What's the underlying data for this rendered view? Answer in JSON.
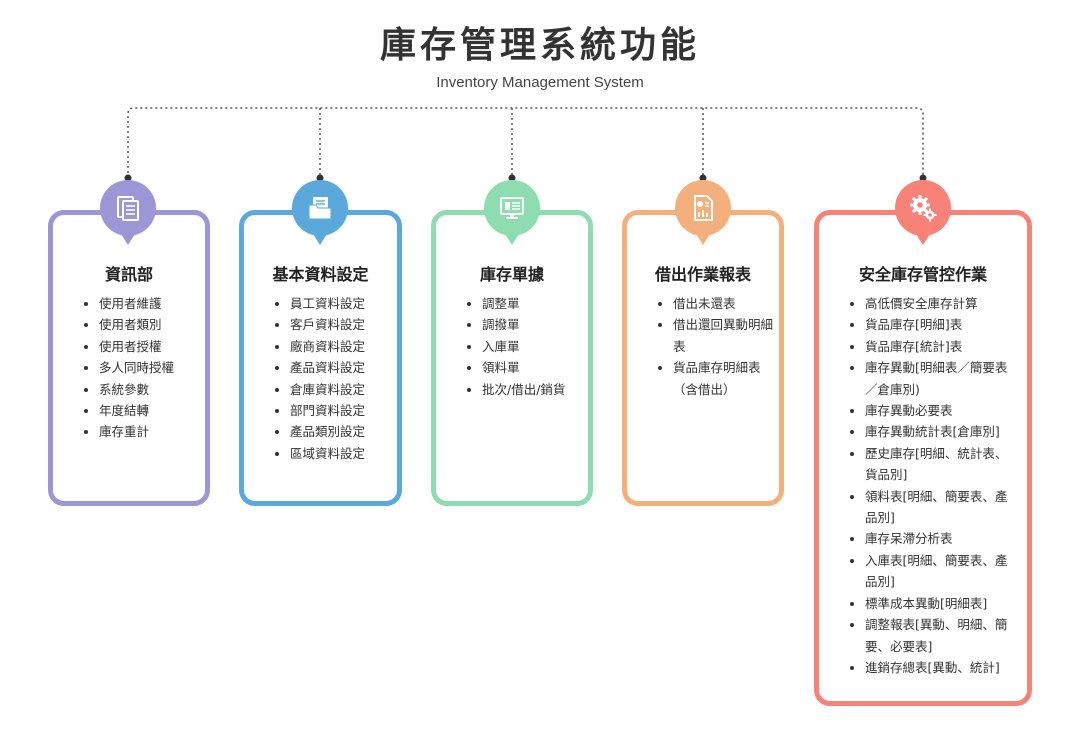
{
  "header": {
    "title": "庫存管理系統功能",
    "subtitle": "Inventory Management System"
  },
  "colors": {
    "purple": "#9b97d6",
    "blue": "#5ba9dc",
    "green": "#8dddb1",
    "orange": "#f3b07c",
    "red": "#f88278"
  },
  "cards": [
    {
      "title": "資訊部",
      "icon": "documents-icon",
      "color": "#9b97d6",
      "items": [
        "使用者維護",
        "使用者類別",
        "使用者授權",
        "多人同時授權",
        "系統參數",
        "年度結轉",
        "庫存重計"
      ]
    },
    {
      "title": "基本資料設定",
      "icon": "folder-icon",
      "color": "#5ba9dc",
      "items": [
        "員工資料設定",
        "客戶資料設定",
        "廠商資料設定",
        "產品資料設定",
        "倉庫資料設定",
        "部門資料設定",
        "產品類別設定",
        "區域資料設定"
      ]
    },
    {
      "title": "庫存單據",
      "icon": "monitor-icon",
      "color": "#8dddb1",
      "items": [
        "調整單",
        "調撥單",
        "入庫單",
        "領料單",
        "批次/借出/銷貨"
      ]
    },
    {
      "title": "借出作業報表",
      "icon": "report-chart-icon",
      "color": "#f3b07c",
      "items": [
        "借出未還表",
        "借出還回異動明細表",
        "貨品庫存明細表（含借出）"
      ]
    },
    {
      "title": "安全庫存管控作業",
      "icon": "gears-icon",
      "color": "#f88278",
      "items": [
        "高低價安全庫存計算",
        "貨品庫存[明細]表",
        "貨品庫存[統計]表",
        "庫存異動[明細表／簡要表／倉庫別)",
        "庫存異動必要表",
        "庫存異動統計表[倉庫別]",
        "歷史庫存[明細、統計表、貨品別]",
        "領料表[明細、簡要表、產品別]",
        "庫存呆滯分析表",
        "入庫表[明細、簡要表、產品別]",
        "標準成本異動[明細表]",
        "調整報表[異動、明細、簡要、必要表]",
        "進銷存總表[異動、統計]"
      ]
    }
  ]
}
